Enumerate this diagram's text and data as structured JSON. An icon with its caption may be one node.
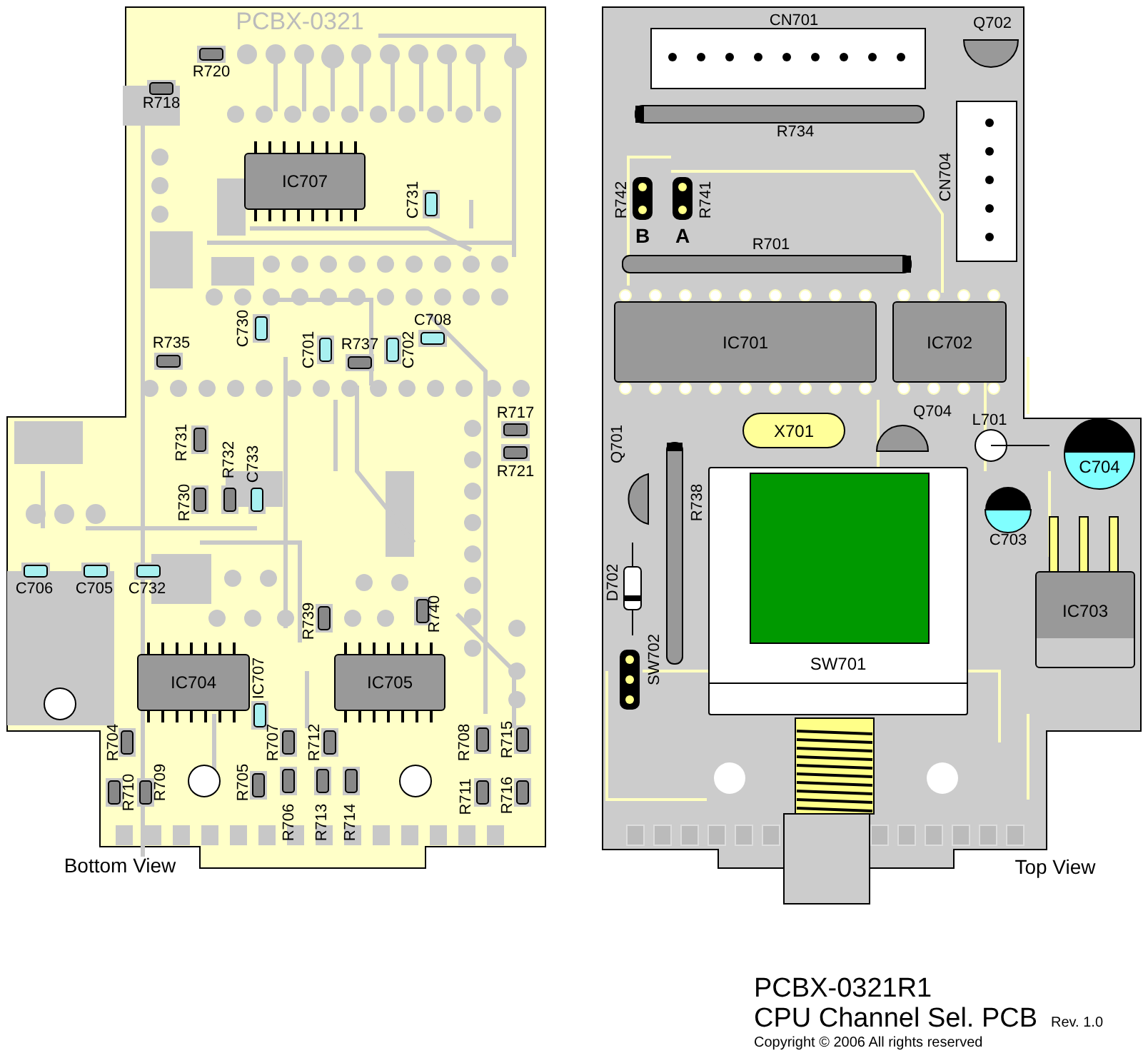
{
  "diagram": {
    "nodes": [
      {
        "text": [
          "IC707"
        ]
      },
      {
        "text": [
          "IC704"
        ]
      },
      {
        "text": [
          "IC705"
        ]
      },
      {
        "text": [
          "IC701"
        ]
      },
      {
        "text": [
          "IC702"
        ]
      },
      {
        "text": [
          "X701"
        ]
      },
      {
        "text": [
          "C704"
        ]
      },
      {
        "text": [
          "SW701"
        ]
      },
      {
        "text": [
          "IC703"
        ]
      }
    ],
    "labels": [
      "PCBX-0321",
      "R720",
      "R718",
      "C731",
      "C708",
      "C730",
      "R735",
      "C701",
      "R737",
      "C702",
      "R717",
      "R731",
      "R721",
      "R732",
      "C733",
      "R730",
      "C706",
      "C705",
      "C732",
      "R739",
      "R740",
      "IC707",
      "R704",
      "R707",
      "R712",
      "R708",
      "R715",
      "R710",
      "R709",
      "R705",
      "R711",
      "R716",
      "R706",
      "R713",
      "R714",
      "Bottom View",
      "CN701",
      "Q702",
      "R734",
      "CN704",
      "R742",
      "R741",
      "B",
      "A",
      "R701",
      "Q704",
      "L701",
      "Q701",
      "R738",
      "C703",
      "D702",
      "SW702",
      "Top View",
      "PCBX-0321R1",
      "CPU Channel Sel. PCB",
      "Rev. 1.0",
      "Copyright © 2006 All rights reserved"
    ]
  }
}
